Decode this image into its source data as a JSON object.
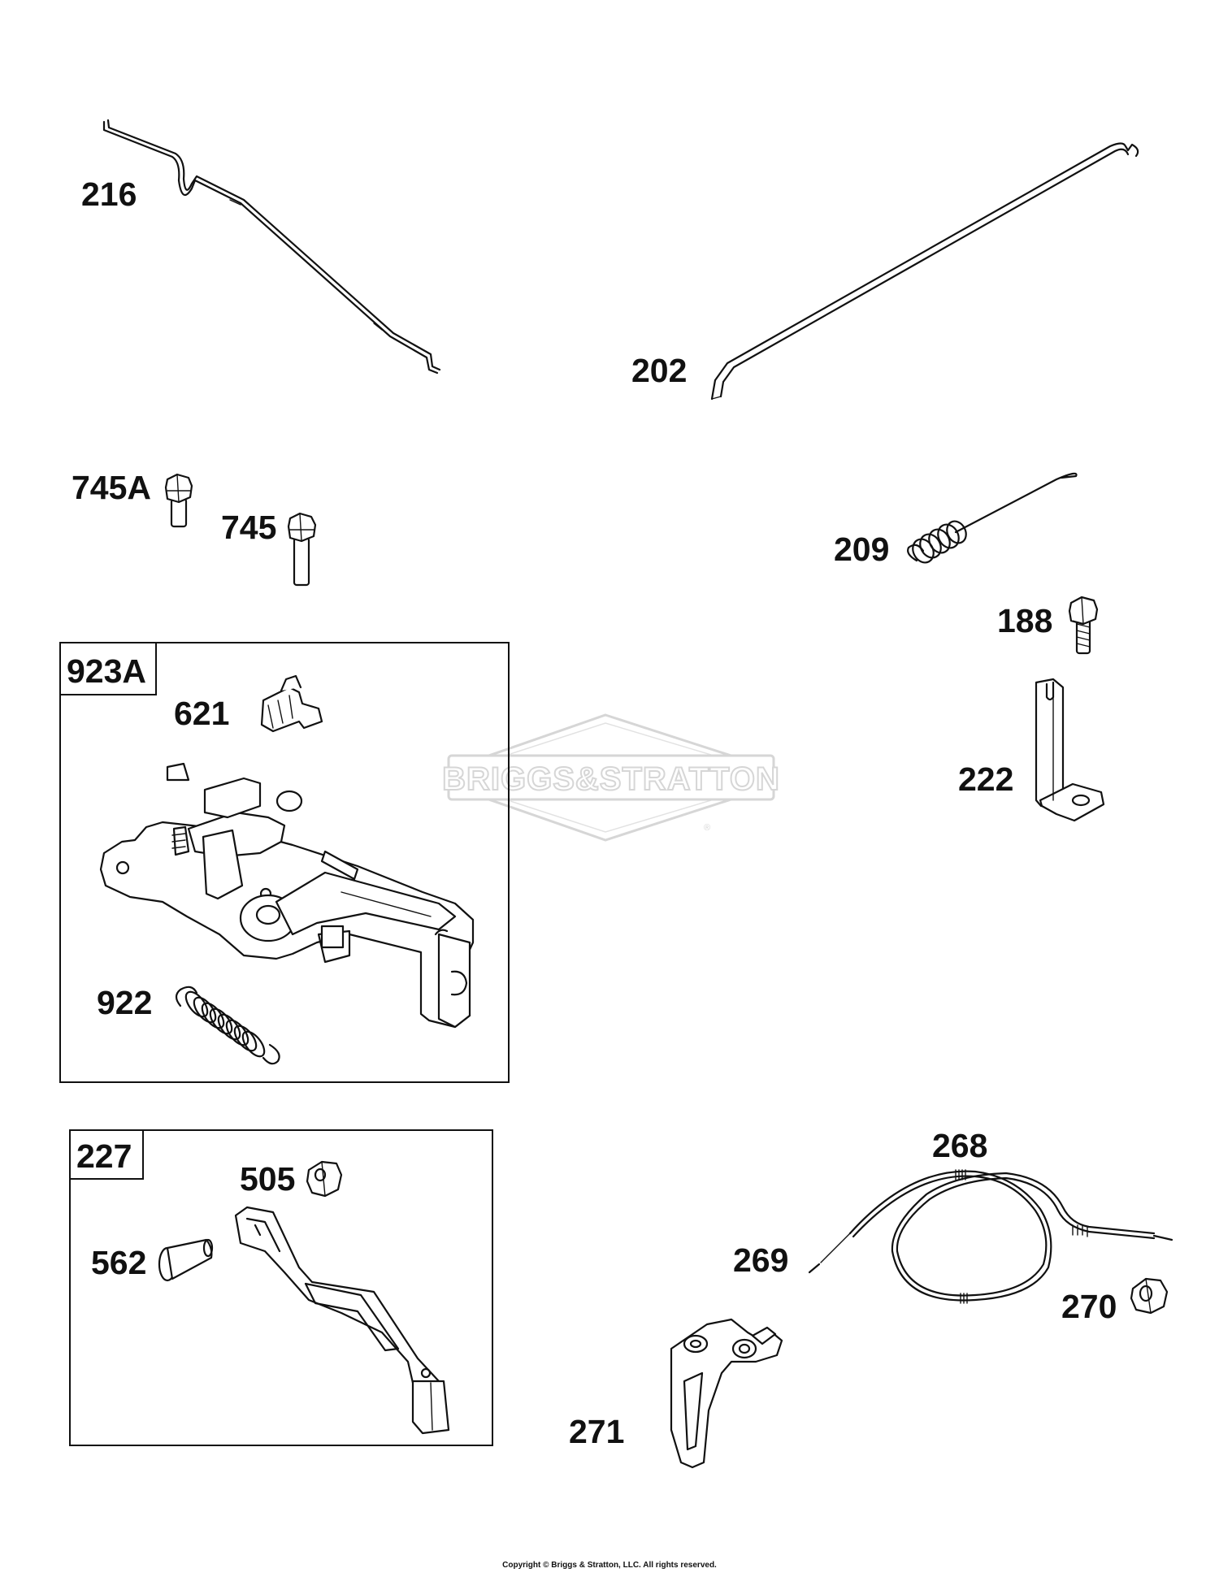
{
  "watermark": {
    "text": "BRIGGS&STRATTON",
    "registered_mark": "®",
    "color": "#d6d6d6"
  },
  "boxes": {
    "box_923A": {
      "label": "923A"
    },
    "box_227": {
      "label": "227"
    }
  },
  "callouts": {
    "p216": "216",
    "p202": "202",
    "p745A": "745A",
    "p745": "745",
    "p209": "209",
    "p188": "188",
    "p222": "222",
    "p621": "621",
    "p922": "922",
    "p505": "505",
    "p562": "562",
    "p268": "268",
    "p269": "269",
    "p270": "270",
    "p271": "271"
  },
  "footer": {
    "copyright": "Copyright © Briggs & Stratton, LLC. All rights reserved."
  },
  "colors": {
    "line": "#111111",
    "background": "#ffffff"
  }
}
